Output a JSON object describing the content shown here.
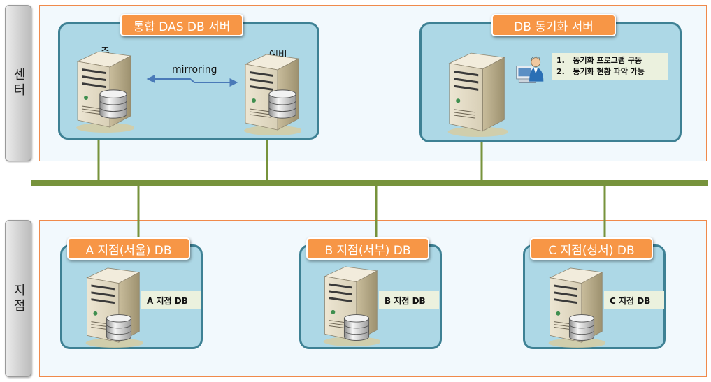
{
  "side_labels": {
    "center": "센터",
    "branch": "지점"
  },
  "das": {
    "title": "통합 DAS DB 서버",
    "primary": "주",
    "standby": "예비",
    "link": "mirroring"
  },
  "sync": {
    "title": "DB 동기화 서버",
    "items": [
      {
        "num": "1.",
        "text": "동기화 프로그램 구동"
      },
      {
        "num": "2.",
        "text": "동기화 현황 파악 가능"
      }
    ]
  },
  "branches": [
    {
      "title": "A 지점(서울) DB",
      "label": "A 지점 DB"
    },
    {
      "title": "B 지점(서부) DB",
      "label": "B 지점 DB"
    },
    {
      "title": "C 지점(성서) DB",
      "label": "C 지점 DB"
    }
  ],
  "colors": {
    "group_fill": "#add8e6",
    "group_border": "#3e8194",
    "title_fill": "#f79646",
    "zone_border": "#f08a4b",
    "bus": "#77933c"
  }
}
